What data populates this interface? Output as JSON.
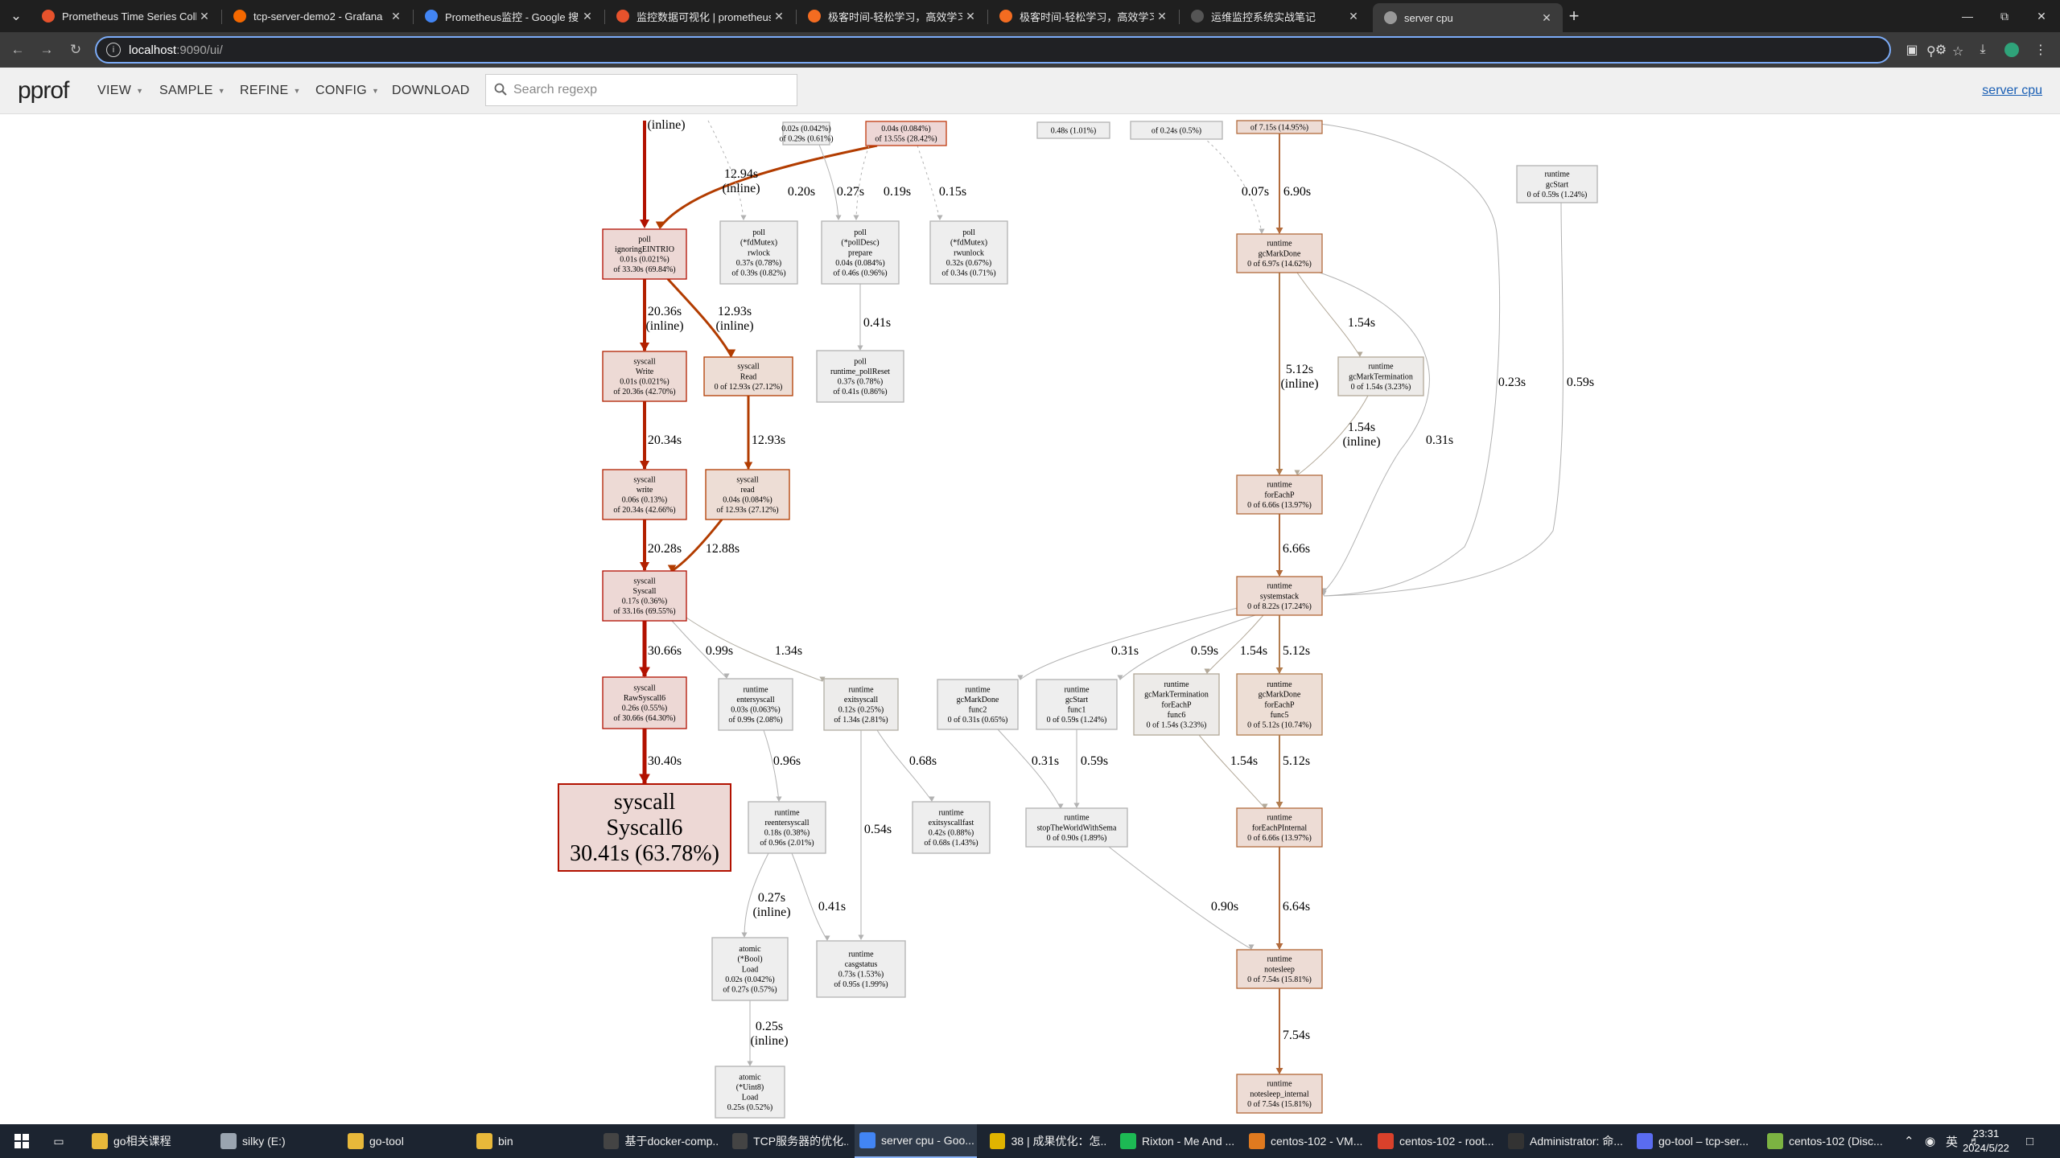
{
  "browser": {
    "tabs": [
      {
        "title": "Prometheus Time Series Colle",
        "icon_color": "#e6522c",
        "icon": "prometheus-icon"
      },
      {
        "title": "tcp-server-demo2 - Grafana",
        "icon_color": "#f46800",
        "icon": "grafana-icon"
      },
      {
        "title": "Prometheus监控 - Google 搜索",
        "icon_color": "#4285f4",
        "icon": "google-icon"
      },
      {
        "title": "监控数据可视化 | prometheus",
        "icon_color": "#e6522c",
        "icon": "prometheus-icon"
      },
      {
        "title": "极客时间-轻松学习，高效学习",
        "icon_color": "#f36c21",
        "icon": "geektime-icon"
      },
      {
        "title": "极客时间-轻松学习，高效学习",
        "icon_color": "#f36c21",
        "icon": "geektime-icon"
      },
      {
        "title": "运维监控系统实战笔记",
        "icon_color": "#555555",
        "icon": "page-icon"
      },
      {
        "title": "server cpu",
        "icon_color": "#999999",
        "icon": "globe-icon",
        "active": true
      }
    ],
    "url_host": "localhost",
    "url_path": ":9090/ui/"
  },
  "pprof": {
    "logo": "pprof",
    "menus": [
      {
        "label": "VIEW",
        "caret": true
      },
      {
        "label": "SAMPLE",
        "caret": true
      },
      {
        "label": "REFINE",
        "caret": true
      },
      {
        "label": "CONFIG",
        "caret": true
      },
      {
        "label": "DOWNLOAD",
        "caret": false
      }
    ],
    "search_placeholder": "Search regexp",
    "profile_link": "server cpu"
  },
  "graph": {
    "nodes": [
      {
        "id": "n_top1",
        "lines": [
          "0.02s (0.042%)",
          "of 0.29s (0.61%)"
        ],
        "fill": "#eeeeee",
        "stroke": "#b2b2b2"
      },
      {
        "id": "n_top2",
        "lines": [
          "0.04s (0.084%)",
          "of 13.55s (28.42%)"
        ],
        "fill": "#edd6d5",
        "stroke": "#c03a0f"
      },
      {
        "id": "n_top3",
        "lines": [
          "0.48s (1.01%)"
        ],
        "fill": "#eeeeee",
        "stroke": "#b2b2b2"
      },
      {
        "id": "n_top4",
        "lines": [
          "of 0.24s (0.5%)"
        ],
        "fill": "#eeeeee",
        "stroke": "#b2b2b2"
      },
      {
        "id": "n_top5",
        "lines": [
          "of 7.15s (14.95%)"
        ],
        "fill": "#eddcd5",
        "stroke": "#b26b3c"
      },
      {
        "id": "n_gcstart_top",
        "lines": [
          "runtime",
          "gcStart",
          "0 of 0.59s (1.24%)"
        ],
        "fill": "#eeeeee",
        "stroke": "#b2b2b2"
      },
      {
        "id": "n_poll_ign",
        "lines": [
          "poll",
          "ignoringEINTRIO",
          "0.01s (0.021%)",
          "of 33.30s (69.84%)"
        ],
        "fill": "#edd8d5",
        "stroke": "#b20d00"
      },
      {
        "id": "n_rwlock",
        "lines": [
          "poll",
          "(*fdMutex)",
          "rwlock",
          "0.37s (0.78%)",
          "of 0.39s (0.82%)"
        ],
        "fill": "#eeeeee",
        "stroke": "#b2b2b2"
      },
      {
        "id": "n_prepare",
        "lines": [
          "poll",
          "(*pollDesc)",
          "prepare",
          "0.04s (0.084%)",
          "of 0.46s (0.96%)"
        ],
        "fill": "#eeeeee",
        "stroke": "#b2b2b2"
      },
      {
        "id": "n_rwunlock",
        "lines": [
          "poll",
          "(*fdMutex)",
          "rwunlock",
          "0.32s (0.67%)",
          "of 0.34s (0.71%)"
        ],
        "fill": "#eeeeee",
        "stroke": "#b2b2b2"
      },
      {
        "id": "n_gcMarkDone",
        "lines": [
          "runtime",
          "gcMarkDone",
          "0 of 6.97s (14.62%)"
        ],
        "fill": "#eddcd5",
        "stroke": "#b26b3c"
      },
      {
        "id": "n_sys_Write",
        "lines": [
          "syscall",
          "Write",
          "0.01s (0.021%)",
          "of 20.36s (42.70%)"
        ],
        "fill": "#eddad5",
        "stroke": "#b22000"
      },
      {
        "id": "n_sys_Read",
        "lines": [
          "syscall",
          "Read",
          "0 of 12.93s (27.12%)"
        ],
        "fill": "#edddd5",
        "stroke": "#b23c00"
      },
      {
        "id": "n_pollReset",
        "lines": [
          "poll",
          "runtime_pollReset",
          "0.37s (0.78%)",
          "of 0.41s (0.86%)"
        ],
        "fill": "#eeeeee",
        "stroke": "#b2b2b2"
      },
      {
        "id": "n_gcMarkTerm",
        "lines": [
          "runtime",
          "gcMarkTermination",
          "0 of 1.54s (3.23%)"
        ],
        "fill": "#edebe9",
        "stroke": "#b2a898"
      },
      {
        "id": "n_sys_write",
        "lines": [
          "syscall",
          "write",
          "0.06s (0.13%)",
          "of 20.34s (42.66%)"
        ],
        "fill": "#eddad5",
        "stroke": "#b22000"
      },
      {
        "id": "n_sys_read",
        "lines": [
          "syscall",
          "read",
          "0.04s (0.084%)",
          "of 12.93s (27.12%)"
        ],
        "fill": "#edddd5",
        "stroke": "#b23c00"
      },
      {
        "id": "n_forEachP",
        "lines": [
          "runtime",
          "forEachP",
          "0 of 6.66s (13.97%)"
        ],
        "fill": "#eddcd5",
        "stroke": "#b26b3c"
      },
      {
        "id": "n_Syscall",
        "lines": [
          "syscall",
          "Syscall",
          "0.17s (0.36%)",
          "of 33.16s (69.55%)"
        ],
        "fill": "#edd8d5",
        "stroke": "#b20d00"
      },
      {
        "id": "n_systemstack",
        "lines": [
          "runtime",
          "systemstack",
          "0 of 8.22s (17.24%)"
        ],
        "fill": "#eddcd5",
        "stroke": "#b26636"
      },
      {
        "id": "n_RawSyscall6",
        "lines": [
          "syscall",
          "RawSyscall6",
          "0.26s (0.55%)",
          "of 30.66s (64.30%)"
        ],
        "fill": "#edd8d5",
        "stroke": "#b21100"
      },
      {
        "id": "n_entersyscall",
        "lines": [
          "runtime",
          "entersyscall",
          "0.03s (0.063%)",
          "of 0.99s (2.08%)"
        ],
        "fill": "#eeeeee",
        "stroke": "#b2b2b2"
      },
      {
        "id": "n_exitsyscall",
        "lines": [
          "runtime",
          "exitsyscall",
          "0.12s (0.25%)",
          "of 1.34s (2.81%)"
        ],
        "fill": "#edeceb",
        "stroke": "#b2aea4"
      },
      {
        "id": "n_gcMarkDone_f2",
        "lines": [
          "runtime",
          "gcMarkDone",
          "func2",
          "0 of 0.31s (0.65%)"
        ],
        "fill": "#eeeeee",
        "stroke": "#b2b2b2"
      },
      {
        "id": "n_gcStart_f1",
        "lines": [
          "runtime",
          "gcStart",
          "func1",
          "0 of 0.59s (1.24%)"
        ],
        "fill": "#eeeeee",
        "stroke": "#b2b2b2"
      },
      {
        "id": "n_gcMarkTerm_f6",
        "lines": [
          "runtime",
          "gcMarkTermination",
          "forEachP",
          "func6",
          "0 of 1.54s (3.23%)"
        ],
        "fill": "#edebe9",
        "stroke": "#b2a898"
      },
      {
        "id": "n_gcMarkDone_f5",
        "lines": [
          "runtime",
          "gcMarkDone",
          "forEachP",
          "func5",
          "0 of 5.12s (10.74%)"
        ],
        "fill": "#edded5",
        "stroke": "#b27d4f"
      },
      {
        "id": "n_Syscall6",
        "lines": [
          "syscall",
          "Syscall6",
          "30.41s (63.78%)"
        ],
        "fill": "#edd8d5",
        "stroke": "#b21100",
        "big": true
      },
      {
        "id": "n_reentersyscall",
        "lines": [
          "runtime",
          "reentersyscall",
          "0.18s (0.38%)",
          "of 0.96s (2.01%)"
        ],
        "fill": "#eeeeee",
        "stroke": "#b2b2b2"
      },
      {
        "id": "n_exitsyscallfast",
        "lines": [
          "runtime",
          "exitsyscallfast",
          "0.42s (0.88%)",
          "of 0.68s (1.43%)"
        ],
        "fill": "#eeeeee",
        "stroke": "#b2b2b2"
      },
      {
        "id": "n_stopTheWorld",
        "lines": [
          "runtime",
          "stopTheWorldWithSema",
          "0 of 0.90s (1.89%)"
        ],
        "fill": "#eeeeee",
        "stroke": "#b2b2b2"
      },
      {
        "id": "n_forEachPInternal",
        "lines": [
          "runtime",
          "forEachPInternal",
          "0 of 6.66s (13.97%)"
        ],
        "fill": "#eddcd5",
        "stroke": "#b26b3c"
      },
      {
        "id": "n_atomic_Bool",
        "lines": [
          "atomic",
          "(*Bool)",
          "Load",
          "0.02s (0.042%)",
          "of 0.27s (0.57%)"
        ],
        "fill": "#eeeeee",
        "stroke": "#b2b2b2"
      },
      {
        "id": "n_casgstatus",
        "lines": [
          "runtime",
          "casgstatus",
          "0.73s (1.53%)",
          "of 0.95s (1.99%)"
        ],
        "fill": "#eeeeee",
        "stroke": "#b2b2b2"
      },
      {
        "id": "n_notesleep",
        "lines": [
          "runtime",
          "notesleep",
          "0 of 7.54s (15.81%)"
        ],
        "fill": "#eddcd5",
        "stroke": "#b26636"
      },
      {
        "id": "n_atomic_Uint8",
        "lines": [
          "atomic",
          "(*Uint8)",
          "Load",
          "0.25s (0.52%)"
        ],
        "fill": "#eeeeee",
        "stroke": "#b2b2b2"
      },
      {
        "id": "n_notesleep_internal",
        "lines": [
          "runtime",
          "notesleep_internal",
          "0 of 7.54s (15.81%)"
        ],
        "fill": "#eddcd5",
        "stroke": "#b26636"
      }
    ],
    "edges": [
      {
        "id": "e1",
        "label": "",
        "color": "#b21100",
        "w": 4
      },
      {
        "id": "e2",
        "label": [
          "12.94s",
          "(inline)"
        ],
        "color": "#b23c00",
        "w": 3
      },
      {
        "id": "e3",
        "label": "0.20s",
        "color": "#b2b2b2",
        "w": 1,
        "dashed": true
      },
      {
        "id": "e4",
        "label": "0.27s",
        "color": "#b2b2b2",
        "w": 1
      },
      {
        "id": "e5",
        "label": "0.19s",
        "color": "#b2b2b2",
        "w": 1,
        "dashed": true
      },
      {
        "id": "e6",
        "label": "0.15s",
        "color": "#b2b2b2",
        "w": 1,
        "dashed": true
      },
      {
        "id": "e7",
        "label": "0.07s",
        "color": "#b2b2b2",
        "w": 1,
        "dashed": true
      },
      {
        "id": "e8",
        "label": "6.90s",
        "color": "#b26b3c",
        "w": 2
      },
      {
        "id": "e9",
        "label": [
          "20.36s",
          "(inline)"
        ],
        "color": "#b22000",
        "w": 4
      },
      {
        "id": "e10",
        "label": [
          "12.93s",
          "(inline)"
        ],
        "color": "#b23c00",
        "w": 3
      },
      {
        "id": "e11",
        "label": "0.41s",
        "color": "#b2b2b2",
        "w": 1
      },
      {
        "id": "e12",
        "label": "1.54s",
        "color": "#b2a898",
        "w": 1
      },
      {
        "id": "e13",
        "label": [
          "5.12s",
          "(inline)"
        ],
        "color": "#b27d4f",
        "w": 2
      },
      {
        "id": "e14",
        "label": "20.34s",
        "color": "#b22000",
        "w": 4
      },
      {
        "id": "e15",
        "label": "12.93s",
        "color": "#b23c00",
        "w": 3
      },
      {
        "id": "e16",
        "label": [
          "1.54s",
          "(inline)"
        ],
        "color": "#b2a898",
        "w": 1
      },
      {
        "id": "e17",
        "label": "0.31s",
        "color": "#b2b2b2",
        "w": 1
      },
      {
        "id": "e18",
        "label": "0.23s",
        "color": "#b2b2b2",
        "w": 1
      },
      {
        "id": "e19",
        "label": "0.59s",
        "color": "#b2b2b2",
        "w": 1
      },
      {
        "id": "e20",
        "label": "20.28s",
        "color": "#b22000",
        "w": 4
      },
      {
        "id": "e21",
        "label": "12.88s",
        "color": "#b23c00",
        "w": 3
      },
      {
        "id": "e22",
        "label": "6.66s",
        "color": "#b26b3c",
        "w": 2
      },
      {
        "id": "e23",
        "label": "30.66s",
        "color": "#b21100",
        "w": 5
      },
      {
        "id": "e24",
        "label": "0.99s",
        "color": "#b2b2b2",
        "w": 1
      },
      {
        "id": "e25",
        "label": "1.34s",
        "color": "#b2aea4",
        "w": 1
      },
      {
        "id": "e26",
        "label": "0.31s",
        "color": "#b2b2b2",
        "w": 1
      },
      {
        "id": "e27",
        "label": "0.59s",
        "color": "#b2b2b2",
        "w": 1
      },
      {
        "id": "e28",
        "label": "1.54s",
        "color": "#b2a898",
        "w": 1
      },
      {
        "id": "e29",
        "label": "5.12s",
        "color": "#b27d4f",
        "w": 2
      },
      {
        "id": "e30",
        "label": "30.40s",
        "color": "#b21100",
        "w": 5
      },
      {
        "id": "e31",
        "label": "0.96s",
        "color": "#b2b2b2",
        "w": 1
      },
      {
        "id": "e32",
        "label": "0.68s",
        "color": "#b2b2b2",
        "w": 1
      },
      {
        "id": "e33",
        "label": "0.31s",
        "color": "#b2b2b2",
        "w": 1
      },
      {
        "id": "e34",
        "label": "0.59s",
        "color": "#b2b2b2",
        "w": 1
      },
      {
        "id": "e35",
        "label": "1.54s",
        "color": "#b2a898",
        "w": 1
      },
      {
        "id": "e36",
        "label": "5.12s",
        "color": "#b27d4f",
        "w": 2
      },
      {
        "id": "e37",
        "label": "0.54s",
        "color": "#b2b2b2",
        "w": 1
      },
      {
        "id": "e38",
        "label": [
          "0.27s",
          "(inline)"
        ],
        "color": "#b2b2b2",
        "w": 1
      },
      {
        "id": "e39",
        "label": "0.41s",
        "color": "#b2b2b2",
        "w": 1
      },
      {
        "id": "e40",
        "label": "0.90s",
        "color": "#b2b2b2",
        "w": 1
      },
      {
        "id": "e41",
        "label": "6.64s",
        "color": "#b26b3c",
        "w": 2
      },
      {
        "id": "e42",
        "label": [
          "0.25s",
          "(inline)"
        ],
        "color": "#b2b2b2",
        "w": 1
      },
      {
        "id": "e43",
        "label": "7.54s",
        "color": "#b26636",
        "w": 2
      }
    ],
    "top_fragment": "(inline)"
  },
  "taskbar": {
    "items": [
      {
        "label": "go相关课程",
        "icon": "folder-icon",
        "color": "#e8b83a"
      },
      {
        "label": "silky (E:)",
        "icon": "drive-icon",
        "color": "#9aa4b0"
      },
      {
        "label": "go-tool",
        "icon": "folder-icon",
        "color": "#e8b83a"
      },
      {
        "label": "bin",
        "icon": "folder-icon",
        "color": "#e8b83a"
      },
      {
        "label": "基于docker-comp...",
        "icon": "typora-icon",
        "color": "#444444"
      },
      {
        "label": "TCP服务器的优化...",
        "icon": "typora-icon",
        "color": "#444444"
      },
      {
        "label": "server cpu - Goo...",
        "icon": "chrome-icon",
        "color": "#4285f4",
        "active": true
      },
      {
        "label": "38 | 成果优化：怎...",
        "icon": "app-icon",
        "color": "#e0b400"
      },
      {
        "label": "Rixton - Me And ...",
        "icon": "spotify-icon",
        "color": "#1db954"
      },
      {
        "label": "centos-102 - VM...",
        "icon": "vmware-icon",
        "color": "#e07a1f"
      },
      {
        "label": "centos-102 - root...",
        "icon": "terminal-icon",
        "color": "#d9412b"
      },
      {
        "label": "Administrator: 命...",
        "icon": "cmd-icon",
        "color": "#333333"
      },
      {
        "label": "go-tool – tcp-ser...",
        "icon": "goland-icon",
        "color": "#5a6cf0"
      },
      {
        "label": "centos-102 (Disc...",
        "icon": "android-icon",
        "color": "#7cb342"
      }
    ],
    "tray_lang": "英",
    "time": "23:31",
    "date": "2024/5/22"
  }
}
